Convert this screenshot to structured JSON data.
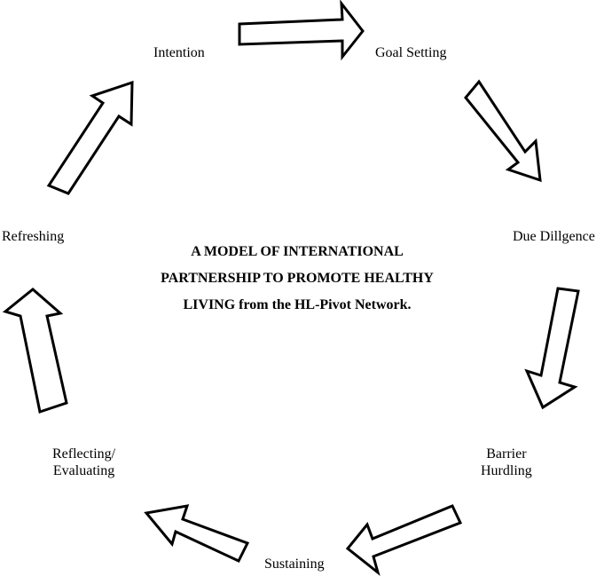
{
  "diagram": {
    "title_lines": [
      "A MODEL OF INTERNATIONAL",
      "PARTNERSHIP TO PROMOTE HEALTHY",
      "LIVING from the HL-Pivot Network."
    ],
    "stages": {
      "intention": "Intention",
      "goal_setting": "Goal Setting",
      "due_diligence": "Due Dillgence",
      "barrier_hurdling": [
        "Barrier",
        "Hurdling"
      ],
      "sustaining": "Sustaining",
      "reflecting_evaluating": [
        "Reflecting/",
        "Evaluating"
      ],
      "refreshing": "Refreshing"
    },
    "colors": {
      "stroke": "#000000",
      "fill": "#ffffff",
      "text": "#000000"
    }
  }
}
